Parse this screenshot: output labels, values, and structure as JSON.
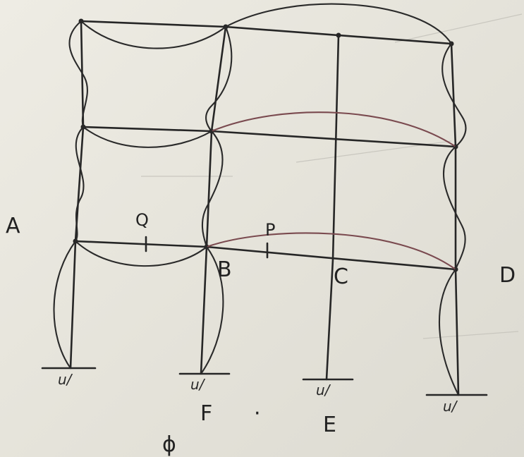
{
  "labels": {
    "A": "A",
    "B": "B",
    "C": "C",
    "D": "D",
    "E": "E",
    "F": "F",
    "P": "P",
    "Q": "Q",
    "phi": "ϕ",
    "dot": "·"
  },
  "supports": [
    "u/",
    "u/",
    "u/",
    "u/"
  ],
  "colors": {
    "ink": "#262626",
    "red_ink": "#7a4a4f",
    "paper": "#e6e4dc"
  }
}
